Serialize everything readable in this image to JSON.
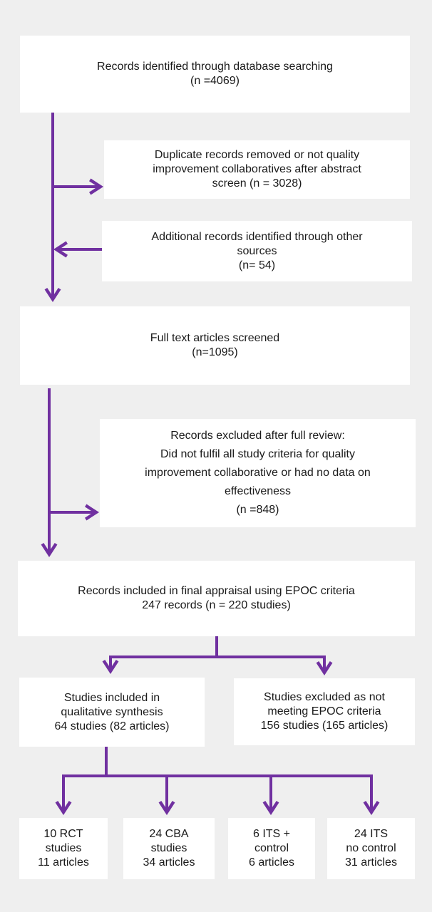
{
  "nodes": {
    "identified": {
      "lines": [
        "Records identified through database searching",
        "(n =4069)"
      ]
    },
    "duplicates": {
      "lines": [
        "Duplicate records removed  or not quality",
        "improvement  collaboratives after abstract",
        "screen  (n = 3028)"
      ]
    },
    "additional": {
      "lines": [
        "Additional records identified through other",
        "sources",
        "(n= 54)"
      ]
    },
    "fulltext": {
      "lines": [
        "Full text articles screened",
        "(n=1095)"
      ]
    },
    "excluded_full": {
      "lines": [
        "Records excluded after full review:",
        "Did not fulfil all study criteria for quality",
        "improvement  collaborative or had no data on",
        "effectiveness",
        "(n =848)"
      ]
    },
    "final": {
      "lines": [
        "Records included in final appraisal using EPOC criteria",
        "247 records (n = 220 studies)"
      ]
    },
    "qualitative": {
      "lines": [
        "Studies included in",
        "qualitative synthesis",
        "64 studies (82 articles)"
      ]
    },
    "not_epoc": {
      "lines": [
        "Studies excluded as not",
        "meeting EPOC criteria",
        "156 studies (165 articles)"
      ]
    },
    "rct": {
      "lines": [
        "10 RCT",
        "studies",
        "11 articles"
      ]
    },
    "cba": {
      "lines": [
        "24 CBA",
        "studies",
        "34 articles"
      ]
    },
    "its_control": {
      "lines": [
        "6 ITS +",
        "control",
        "6 articles"
      ]
    },
    "its_nocontrol": {
      "lines": [
        "24 ITS",
        "no control",
        "31 articles"
      ]
    }
  },
  "colors": {
    "arrow": "#7030a0",
    "background": "#efefef",
    "box": "#ffffff"
  }
}
